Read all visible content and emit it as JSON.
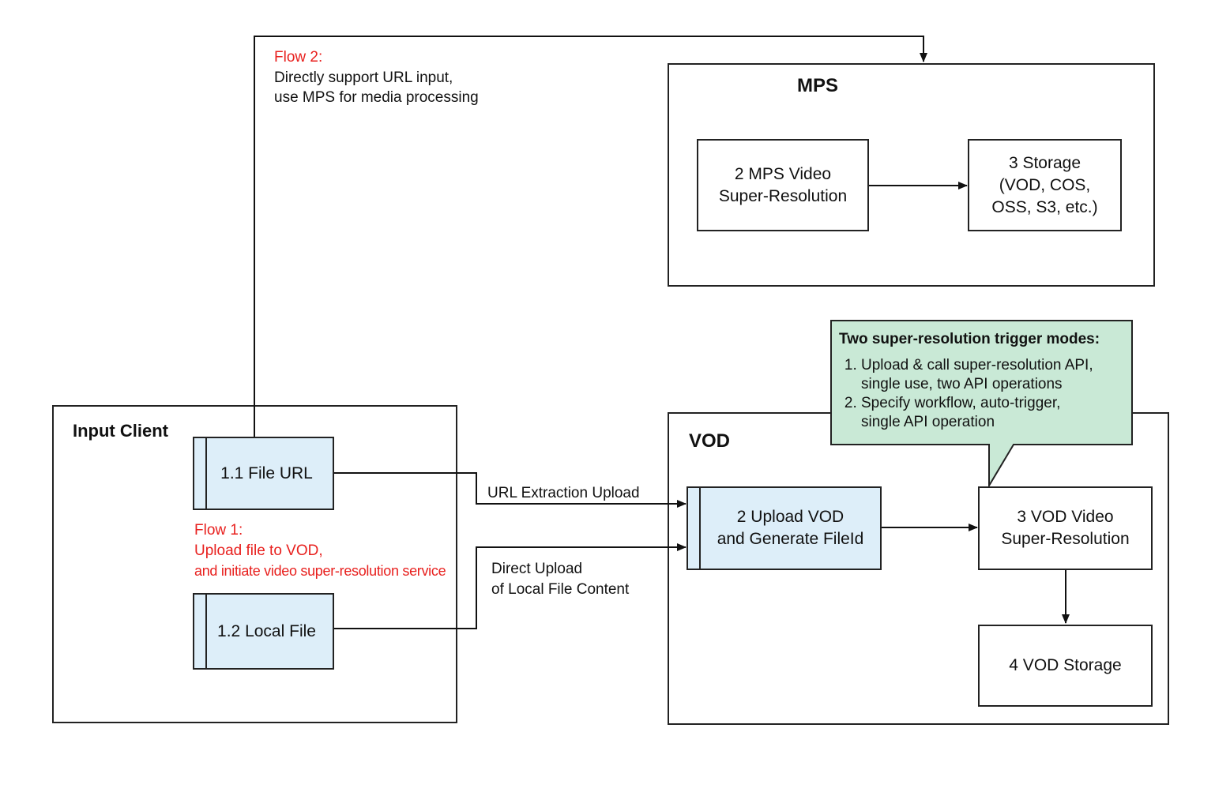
{
  "flow2": {
    "heading": "Flow 2:",
    "line1": "Directly support URL input,",
    "line2": "use MPS for media processing"
  },
  "mps": {
    "title": "MPS",
    "video_node": {
      "line1": "2 MPS Video",
      "line2": "Super-Resolution"
    },
    "storage_node": {
      "line1": "3 Storage",
      "line2": "(VOD, COS,",
      "line3": "OSS, S3, etc.)"
    }
  },
  "callout": {
    "title": "Two super-resolution trigger modes:",
    "items": [
      {
        "line1": "Upload & call super-resolution API,",
        "line2": "single use, two API operations"
      },
      {
        "line1": "Specify workflow, auto-trigger,",
        "line2": "single API operation"
      }
    ],
    "fill_color": "#c9e9d6"
  },
  "input_client": {
    "title": "Input Client",
    "file_url_node": "1.1 File URL",
    "local_file_node": "1.2 Local File"
  },
  "flow1": {
    "heading": "Flow 1:",
    "line1": "Upload file to VOD,",
    "line2": "and initiate video super-resolution service"
  },
  "edges": {
    "url_extraction": "URL Extraction Upload",
    "direct_upload_line1": "Direct Upload",
    "direct_upload_line2": "of Local File Content"
  },
  "vod": {
    "title": "VOD",
    "upload_node": {
      "line1": "2 Upload VOD",
      "line2": "and Generate FileId"
    },
    "super_res_node": {
      "line1": "3 VOD Video",
      "line2": "Super-Resolution"
    },
    "storage_node": "4 VOD Storage"
  },
  "colors": {
    "highlight_red": "#e8201e",
    "node_blue": "#ddeef9",
    "callout_green": "#c9e9d6"
  }
}
